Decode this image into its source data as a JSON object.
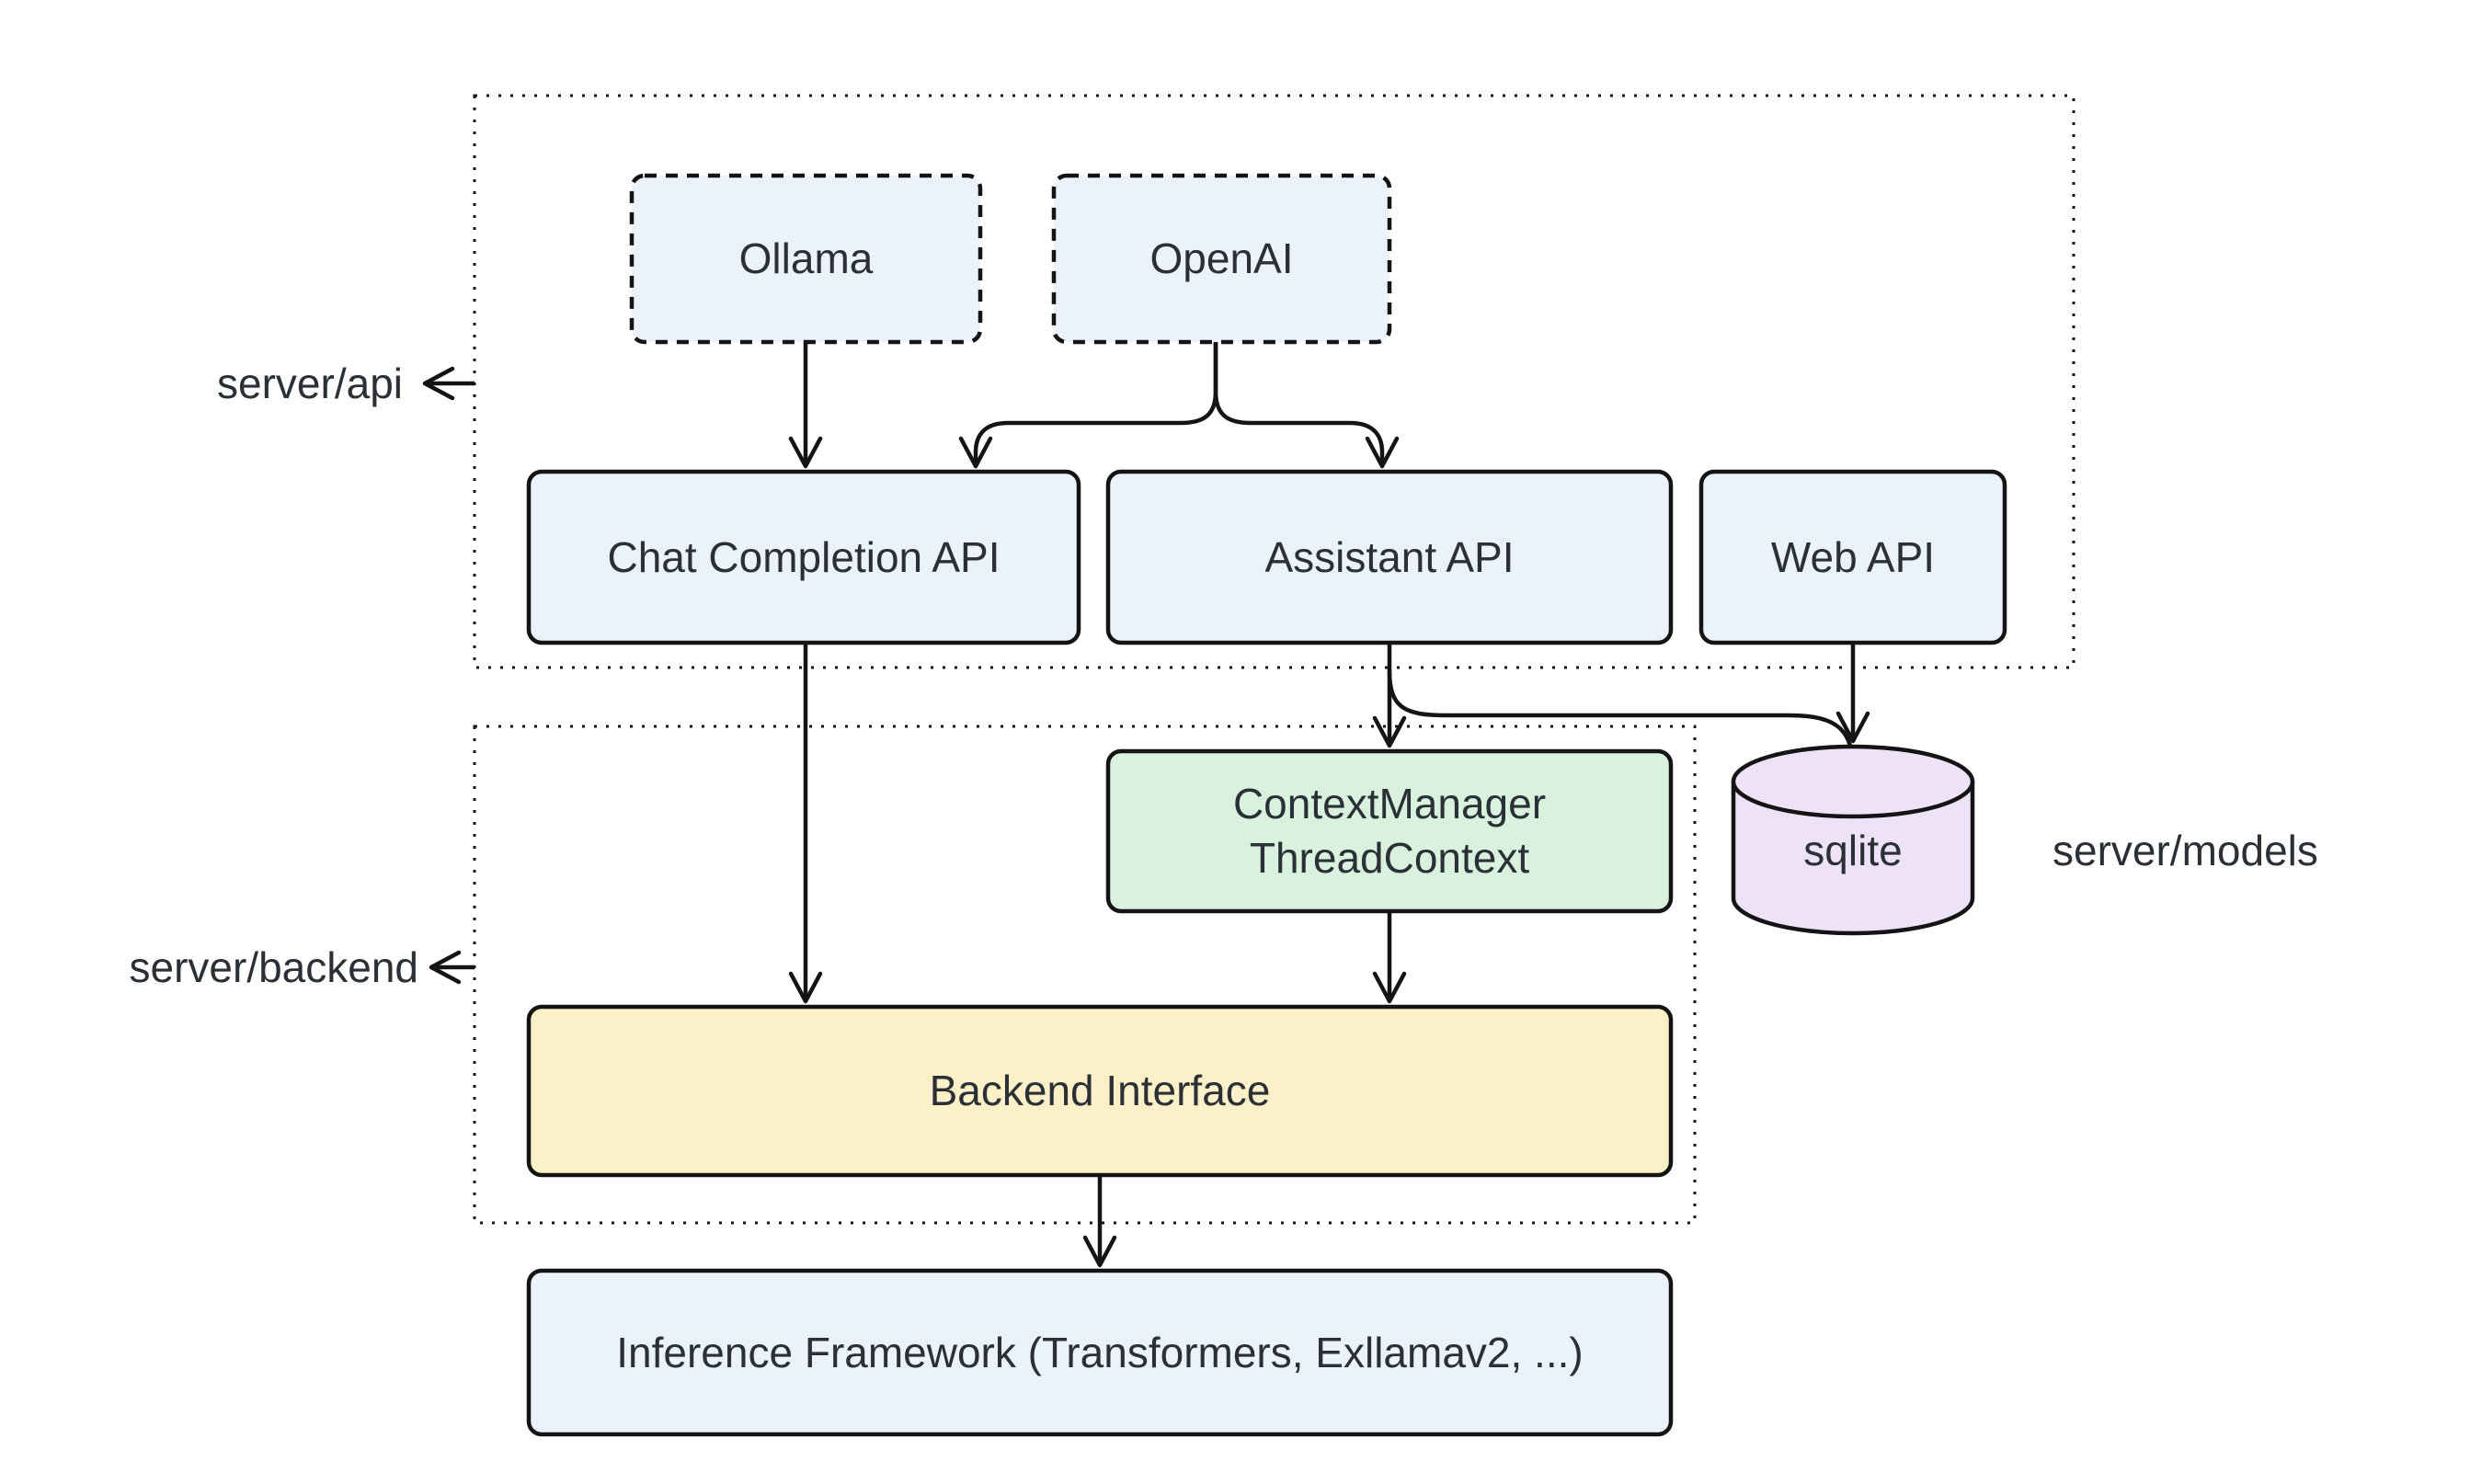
{
  "diagram": {
    "type": "architecture-diagram",
    "background": "#ffffff",
    "colors": {
      "node_fill_blue": "#ecf2fb",
      "node_fill_green": "#d9f2de",
      "node_fill_yellow": "#fbf0c7",
      "node_fill_purple": "#ede2f8",
      "stroke": "#141414",
      "text": "#2b2f36"
    },
    "containers": {
      "api": {
        "label": "server/api"
      },
      "backend": {
        "label": "server/backend"
      },
      "models": {
        "label": "server/models"
      }
    },
    "nodes": {
      "ollama": {
        "label": "Ollama",
        "style": "dashed",
        "fill": "blue"
      },
      "openai": {
        "label": "OpenAI",
        "style": "dashed",
        "fill": "blue"
      },
      "chat_completion_api": {
        "label": "Chat Completion API",
        "style": "solid",
        "fill": "blue"
      },
      "assistant_api": {
        "label": "Assistant API",
        "style": "solid",
        "fill": "blue"
      },
      "web_api": {
        "label": "Web API",
        "style": "solid",
        "fill": "blue"
      },
      "context_manager": {
        "label_line1": "ContextManager",
        "label_line2": "ThreadContext",
        "style": "solid",
        "fill": "green"
      },
      "sqlite": {
        "label": "sqlite",
        "shape": "cylinder",
        "fill": "purple"
      },
      "backend_interface": {
        "label": "Backend Interface",
        "style": "solid",
        "fill": "yellow"
      },
      "inference_framework": {
        "label": "Inference Framework (Transformers, Exllamav2, ...)",
        "style": "solid",
        "fill": "blue"
      }
    },
    "edges": [
      {
        "from": "Ollama",
        "to": "Chat Completion API"
      },
      {
        "from": "OpenAI",
        "to": "Chat Completion API"
      },
      {
        "from": "OpenAI",
        "to": "Assistant API"
      },
      {
        "from": "Chat Completion API",
        "to": "Backend Interface"
      },
      {
        "from": "Assistant API",
        "to": "ContextManager ThreadContext"
      },
      {
        "from": "Assistant API",
        "to": "sqlite"
      },
      {
        "from": "Web API",
        "to": "sqlite"
      },
      {
        "from": "ContextManager ThreadContext",
        "to": "Backend Interface"
      },
      {
        "from": "Backend Interface",
        "to": "Inference Framework (Transformers, Exllamav2, ...)"
      },
      {
        "from": "server/api container border",
        "to": "server/api label"
      },
      {
        "from": "server/backend container border",
        "to": "server/backend label"
      }
    ]
  }
}
